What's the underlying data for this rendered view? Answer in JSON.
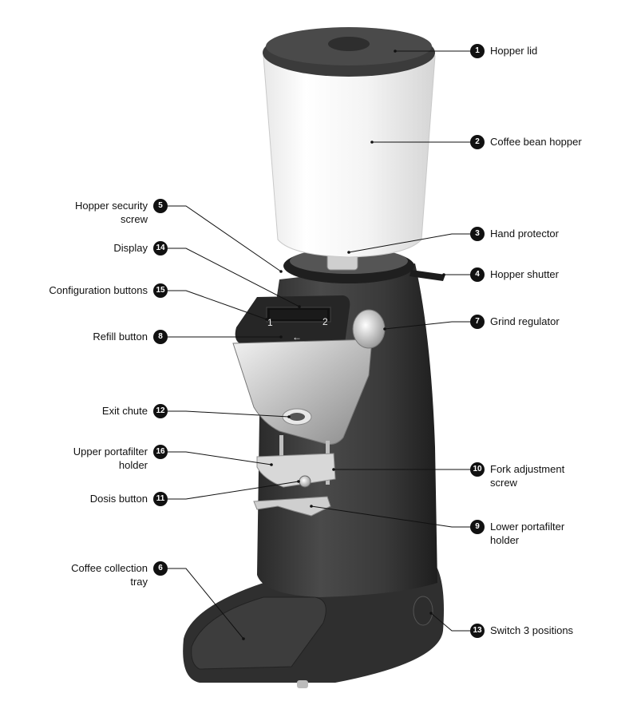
{
  "callouts": [
    {
      "num": "1",
      "text": "Hopper lid"
    },
    {
      "num": "2",
      "text": "Coffee bean hopper"
    },
    {
      "num": "3",
      "text": "Hand protector"
    },
    {
      "num": "4",
      "text": "Hopper shutter"
    },
    {
      "num": "7",
      "text": "Grind regulator"
    },
    {
      "num": "10",
      "text": "Fork adjustment\nscrew"
    },
    {
      "num": "9",
      "text": "Lower portafilter\nholder"
    },
    {
      "num": "13",
      "text": "Switch 3 positions"
    },
    {
      "num": "5",
      "text": "Hopper security\nscrew"
    },
    {
      "num": "14",
      "text": "Display"
    },
    {
      "num": "15",
      "text": "Configuration buttons"
    },
    {
      "num": "8",
      "text": "Refill button"
    },
    {
      "num": "12",
      "text": "Exit chute"
    },
    {
      "num": "16",
      "text": "Upper portafilter\nholder"
    },
    {
      "num": "11",
      "text": "Dosis button"
    },
    {
      "num": "6",
      "text": "Coffee collection\ntray"
    }
  ],
  "display_panel": {
    "button_1": "1",
    "button_2": "2",
    "refill_arrow": "←"
  }
}
